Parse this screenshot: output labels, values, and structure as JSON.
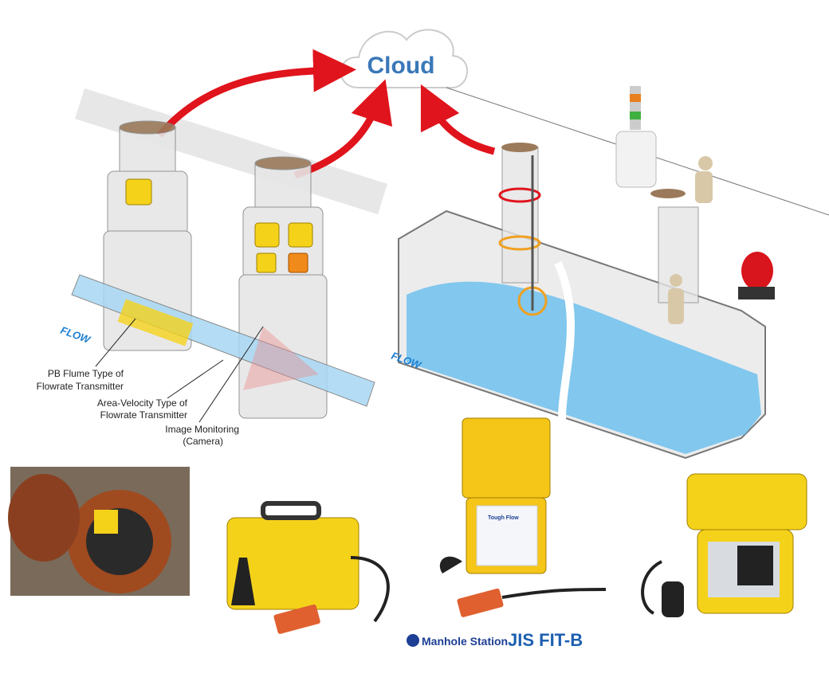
{
  "cloud": {
    "label": "Cloud"
  },
  "flow_labels": [
    "FLOW",
    "FLOW"
  ],
  "callouts": {
    "pb_flume": [
      "PB Flume Type of",
      "Flowrate Transmitter"
    ],
    "area_velocity": [
      "Area-Velocity Type of",
      "Flowrate Transmitter"
    ],
    "camera": [
      "Image Monitoring",
      "(Camera)"
    ]
  },
  "device_label": "Tough Flow",
  "logos": {
    "manhole_station": "Manhole Station",
    "jis": "JIS FIT-B"
  },
  "colors": {
    "cloud_text": "#3a78b8",
    "arrow": "#e0141c",
    "water": "#7fc6ee",
    "transmitter": "#f5d21a",
    "logo_blue": "#1d3f94"
  }
}
